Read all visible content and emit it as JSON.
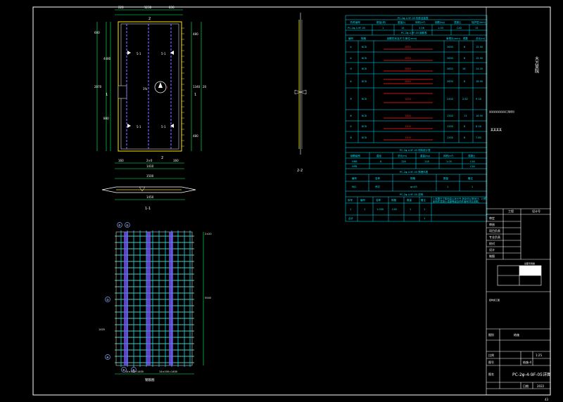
{
  "sheet": {
    "page_number": "43",
    "frame_color": "#ffffff",
    "background": "#000000"
  },
  "plan_view": {
    "dims_top": [
      "220",
      "1230",
      "830"
    ],
    "dims_bottom_1": [
      "160",
      "1410",
      "160"
    ],
    "dims_bottom_2": [
      "2×0"
    ],
    "dims_left": [
      "600",
      "2870",
      "4480",
      "880"
    ],
    "dims_right": [
      "480",
      "1340",
      "480",
      "20"
    ],
    "marks": [
      "1",
      "1",
      "2",
      "2"
    ],
    "labels": [
      "5-1",
      "5-1",
      "5-1",
      "5-1",
      "1%"
    ],
    "center_mark": "3"
  },
  "section_1_1": {
    "title": "1-1",
    "dims": [
      "1500",
      "1450"
    ]
  },
  "section_2_2": {
    "title": "2-2"
  },
  "rebar_view": {
    "circle_labels": [
      "①",
      "②",
      "③",
      "④",
      "⑤",
      "⑥",
      "⑦"
    ],
    "bottom_text": "钢筋图",
    "bottom_dims": [
      "14×100=1400",
      "14×100=1400"
    ],
    "side_dims": [
      "2×20",
      "5540",
      "1420"
    ]
  },
  "table_main": {
    "title": "PC-2φ-4-9F-05 构件信息表",
    "header": [
      "构件编号",
      "数量(块)",
      "重量(t)",
      "体积(m³)",
      "钢筋(kg)",
      "混凝土",
      "保护层(mm)"
    ],
    "row": [
      "PC-2φ-4-9F-05",
      "1",
      "15",
      "3.56",
      "1.00",
      "C40",
      "15"
    ]
  },
  "table_rebar": {
    "title": "PC-2φ-4-9F-05 钢筋表",
    "header": [
      "编号",
      "规格",
      "钢筋形状及尺寸(单位:mm)",
      "单根长(mm)",
      "根数",
      "总长(m)"
    ],
    "rows": [
      {
        "id": "①",
        "spec": "8C8",
        "shape": "2650",
        "len": "2650",
        "n": "8",
        "total": "15.90"
      },
      {
        "id": "②",
        "spec": "8C8",
        "shape": "2650",
        "len": "2650",
        "n": "8",
        "total": "15.90"
      },
      {
        "id": "③",
        "spec": "8C8",
        "shape": "2650",
        "len": "2652",
        "n": "16",
        "total": "14.20"
      },
      {
        "id": "④",
        "spec": "8C8",
        "shape": "2650",
        "len": "2650",
        "n": "8",
        "total": "18.90"
      },
      {
        "id": "⑤",
        "spec": "8C8",
        "shape": "1450",
        "len": "2400",
        "n": "2.62",
        "total": "9.18"
      },
      {
        "id": "⑥",
        "spec": "8C8",
        "shape": "1300",
        "len": "1300",
        "n": "13",
        "total": "16.90"
      },
      {
        "id": "⑦",
        "spec": "8C8",
        "shape": "1300",
        "len": "1300",
        "n": "8",
        "total": "8.16"
      },
      {
        "id": "⑧",
        "spec": "8C8",
        "shape": "1300",
        "len": "1300",
        "n": "6",
        "total": "7.80"
      }
    ]
  },
  "table_material": {
    "title": "PC-2φ-4-9F-05 材料统计表",
    "header": [
      "钢筋级别",
      "直径",
      "总长(m)",
      "重量(kg)",
      "体积(m³)",
      "混凝土"
    ],
    "rows": [
      [
        "HRB",
        "8",
        "126",
        "118",
        "1.00",
        "C40"
      ],
      [
        "HPB",
        "",
        "",
        "",
        "",
        "C40"
      ]
    ]
  },
  "table_embed": {
    "title": "PC-2φ-4-9F-05 预埋件表",
    "header": [
      "编号",
      "名称",
      "规格",
      "数量",
      "备注"
    ],
    "row": [
      "MJ1",
      "吊钉",
      "φ×45",
      "1",
      "1"
    ]
  },
  "table_notes": {
    "title": "PC-2φ-4-9F-05 说明",
    "header": [
      "序号",
      "编号",
      "名称",
      "规格",
      "数量",
      "备注"
    ],
    "row": [
      "1",
      "1",
      "1.000",
      "C40",
      "1",
      "1"
    ],
    "row2": [
      "合计",
      "",
      "",
      "",
      "",
      "1"
    ],
    "note": "1.本图尺寸除标高以米计外,其余均以毫米计。2.预制构件混凝土强度等级及构件编号详见说明。"
  },
  "title_block": {
    "company": "大方某院",
    "project_small": "某某某某某某某某工程项目",
    "project_name": "某某某某",
    "rows": [
      "审定",
      "审核",
      "项目负责",
      "专业负责",
      "校对",
      "设计",
      "制图"
    ],
    "header_cells": [
      "工程",
      "设计号"
    ],
    "sub_label": "图别",
    "sub_value": "结施",
    "drawing_label": "图名",
    "drawing_name": "PC-2φ-4-9F-05详图",
    "scale_label": "比例",
    "scale_value": "1:25",
    "no_label": "图号",
    "no_value": "结施-4",
    "date_label": "日期",
    "date_value": "2022",
    "stamp_label": "出图专用章",
    "misc": "结构施工图"
  }
}
